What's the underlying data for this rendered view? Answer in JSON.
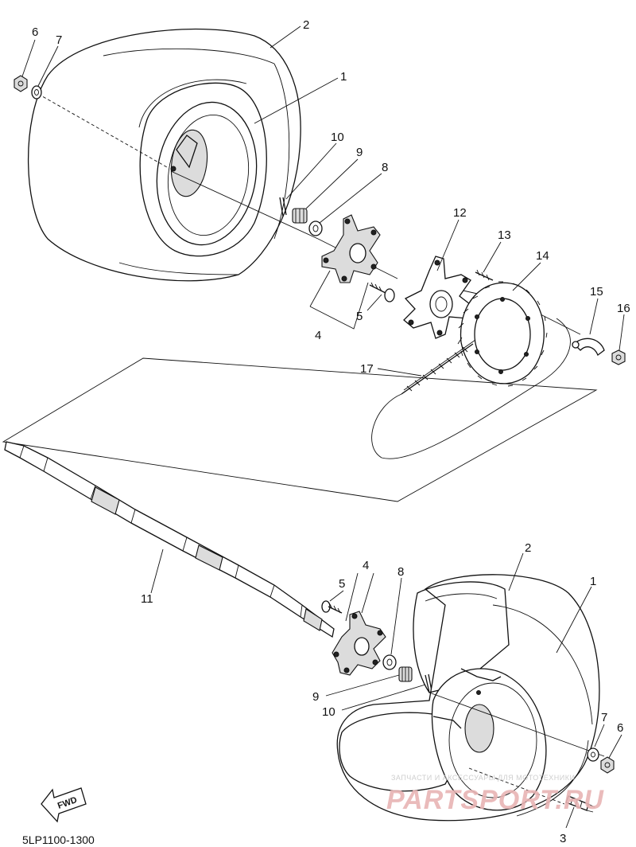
{
  "callouts": {
    "top": [
      {
        "id": "t6",
        "text": "6"
      },
      {
        "id": "t7",
        "text": "7"
      },
      {
        "id": "t2",
        "text": "2"
      },
      {
        "id": "t1",
        "text": "1"
      },
      {
        "id": "t10",
        "text": "10"
      },
      {
        "id": "t9",
        "text": "9"
      },
      {
        "id": "t8",
        "text": "8"
      },
      {
        "id": "t12",
        "text": "12"
      },
      {
        "id": "t13",
        "text": "13"
      },
      {
        "id": "t14",
        "text": "14"
      },
      {
        "id": "t15",
        "text": "15"
      },
      {
        "id": "t16",
        "text": "16"
      },
      {
        "id": "t5",
        "text": "5"
      },
      {
        "id": "t4",
        "text": "4"
      },
      {
        "id": "t17",
        "text": "17"
      }
    ],
    "bottom": [
      {
        "id": "b11",
        "text": "11"
      },
      {
        "id": "b4",
        "text": "4"
      },
      {
        "id": "b5",
        "text": "5"
      },
      {
        "id": "b8",
        "text": "8"
      },
      {
        "id": "b2",
        "text": "2"
      },
      {
        "id": "b1",
        "text": "1"
      },
      {
        "id": "b9",
        "text": "9"
      },
      {
        "id": "b10",
        "text": "10"
      },
      {
        "id": "b7",
        "text": "7"
      },
      {
        "id": "b6",
        "text": "6"
      },
      {
        "id": "b3",
        "text": "3"
      }
    ]
  },
  "fwd_label": "FWD",
  "diagram_code": "5LP1100-1300",
  "watermark": {
    "small": "ЗАПЧАСТИ И АКСЕССУАРЫ ДЛЯ МОТОТЕХНИКИ",
    "big": "PARTSPORT.RU",
    "color": "#e8b4b4"
  }
}
